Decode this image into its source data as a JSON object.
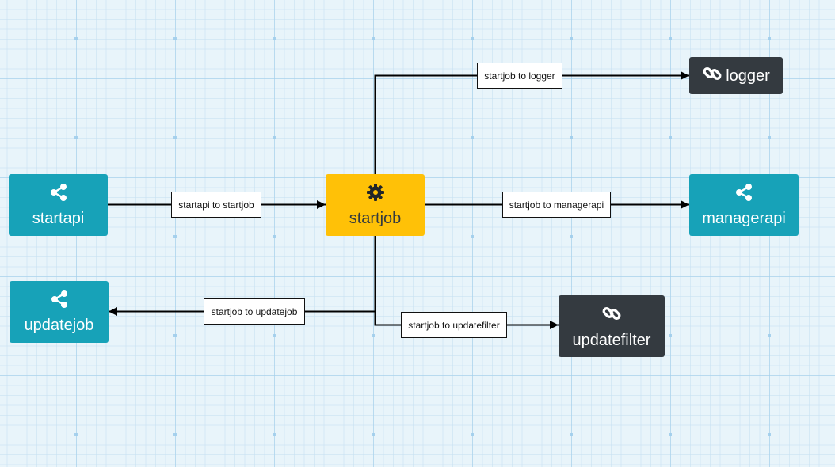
{
  "colors": {
    "api": "#17a2b8",
    "job": "#ffc107",
    "filter": "#343a40",
    "edge": "#000000"
  },
  "nodes": {
    "startapi": {
      "label": "startapi",
      "icon": "share-icon"
    },
    "startjob": {
      "label": "startjob",
      "icon": "gear-icon"
    },
    "logger": {
      "label": "logger",
      "icon": "link-icon"
    },
    "managerapi": {
      "label": "managerapi",
      "icon": "share-icon"
    },
    "updatejob": {
      "label": "updatejob",
      "icon": "share-icon"
    },
    "updatefilter": {
      "label": "updatefilter",
      "icon": "link-icon"
    }
  },
  "edges": {
    "startapi_startjob": "startapi to startjob",
    "startjob_logger": "startjob to logger",
    "startjob_managerapi": "startjob to managerapi",
    "startjob_updatejob": "startjob to updatejob",
    "startjob_updatefilter": "startjob to updatefilter"
  }
}
